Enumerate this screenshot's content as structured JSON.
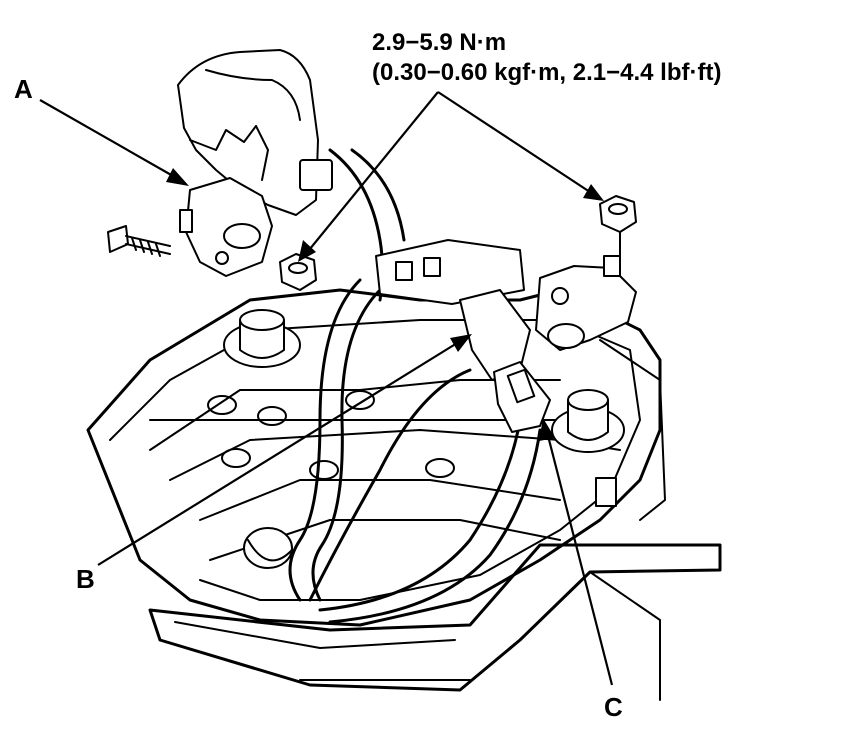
{
  "torque_spec": {
    "line1": "2.9−5.9 N·m",
    "line2": "(0.30−0.60 kgf·m, 2.1−4.4 lbf·ft)"
  },
  "callouts": {
    "a": "A",
    "b": "B",
    "c": "C"
  }
}
